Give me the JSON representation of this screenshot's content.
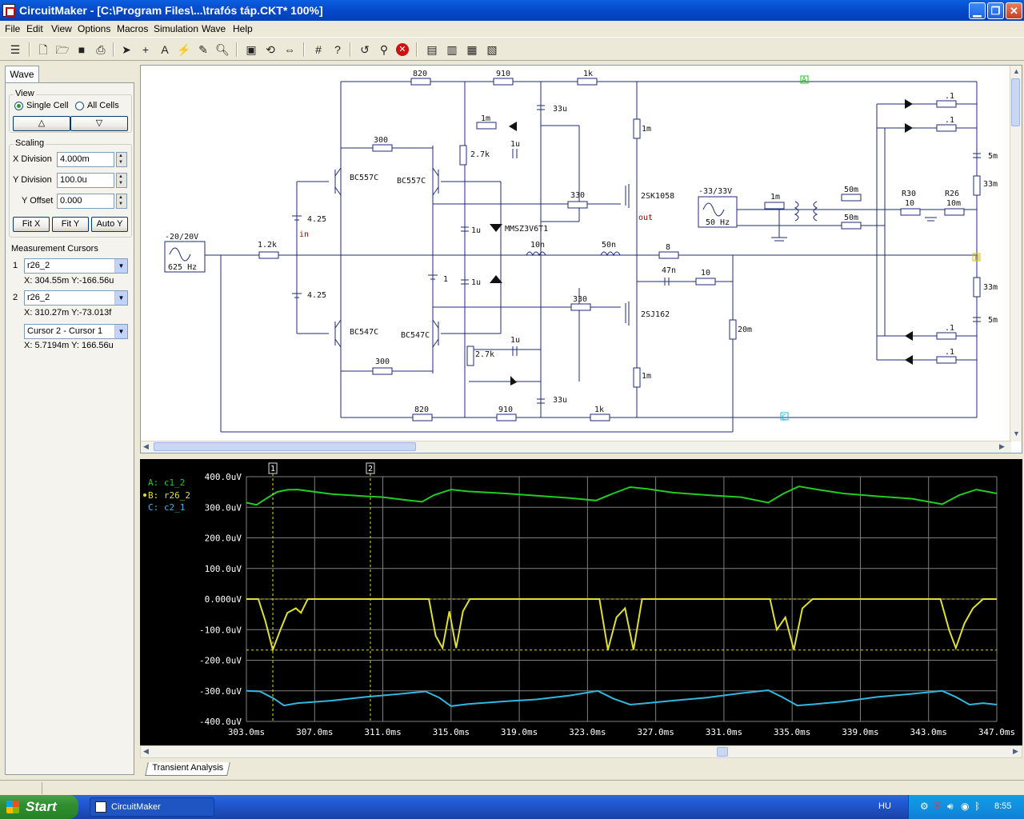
{
  "window": {
    "title": "CircuitMaker - [C:\\Program Files\\...\\trafós táp.CKT* 100%]"
  },
  "menu": [
    "File",
    "Edit",
    "View",
    "Options",
    "Macros",
    "Simulation",
    "Wave",
    "Help"
  ],
  "panel": {
    "tab": "Wave",
    "view": {
      "label": "View",
      "single": "Single Cell",
      "all": "All Cells"
    },
    "scaling": {
      "label": "Scaling",
      "x_label": "X Division",
      "x_value": "4.000m",
      "y_label": "Y Division",
      "y_value": "100.0u",
      "off_label": "Y Offset",
      "off_value": "0.000",
      "fitx": "Fit X",
      "fity": "Fit Y",
      "autoy": "Auto Y"
    },
    "cursors": {
      "label": "Measurement Cursors",
      "c1_num": "1",
      "c1_sel": "r26_2",
      "c1_read": "X: 304.55m  Y:-166.56u",
      "c2_num": "2",
      "c2_sel": "r26_2",
      "c2_read": "X: 310.27m  Y:-73.013f",
      "diff_sel": "Cursor 2 - Cursor 1",
      "diff_read": "X: 5.7194m  Y: 166.56u"
    }
  },
  "schematic": {
    "labels": {
      "r820t": "820",
      "r910t": "910",
      "r1kt": "1k",
      "nodeA": "A",
      "r300t": "300",
      "q1": "BC557C",
      "q2": "BC557C",
      "r27t": "2.7k",
      "r1m1": "1m",
      "c1ut": "1u",
      "c33t": "33u",
      "m1": "2SK1058",
      "r1m_top": "1m",
      "r330t": "330",
      "out": "out",
      "src1": "-20/20V",
      "src1f": "625 Hz",
      "r12k": "1.2k",
      "b1": "4.25",
      "in": "in",
      "b2": "4.25",
      "zener": "MMSZ3V6T1",
      "c1u_a": "1u",
      "c1u_b": "1u",
      "b3": "1",
      "l10n": "10n",
      "l50n": "50n",
      "r8": "8",
      "c47n": "47n",
      "r10": "10",
      "r20m": "20m",
      "q3": "BC547C",
      "q4": "BC547C",
      "r330b": "330",
      "m2": "2SJ162",
      "r27b": "2.7k",
      "c1ub": "1u",
      "r300b": "300",
      "r820b": "820",
      "r910b": "910",
      "r1kb": "1k",
      "c33b": "33u",
      "r1m_bot": "1m",
      "nodeC": "C",
      "src2": "-33/33V",
      "src2f": "50 Hz",
      "r1m_t": "1m",
      "r50m_a": "50m",
      "r50m_b": "50m",
      "r30": "R30",
      "r30v": "10",
      "r26": "R26",
      "r26v": "10m",
      "d1": ".1",
      "d2": ".1",
      "d3": ".1",
      "d4": ".1",
      "c5m_a": "5m",
      "r33m_a": "33m",
      "nodeB": "B",
      "r33m_b": "33m",
      "c5m_b": "5m"
    }
  },
  "waveform": {
    "legend": {
      "a": "A: c1_2",
      "b": "B: r26_2",
      "c": "C: c2_1"
    },
    "cursor1": "1",
    "cursor2": "2",
    "colors": {
      "a": "#22cc22",
      "b": "#e0e030",
      "c": "#30b8e0"
    }
  },
  "chart_data": {
    "type": "line",
    "x_ticks": [
      "303.0ms",
      "307.0ms",
      "311.0ms",
      "315.0ms",
      "319.0ms",
      "323.0ms",
      "327.0ms",
      "331.0ms",
      "335.0ms",
      "339.0ms",
      "343.0ms",
      "347.0ms"
    ],
    "y_ticks": [
      "400.0uV",
      "300.0uV",
      "200.0uV",
      "100.0uV",
      "0.000uV",
      "-100.0uV",
      "-200.0uV",
      "-300.0uV",
      "-400.0uV"
    ],
    "xlim": [
      303,
      347
    ],
    "ylim": [
      -400,
      400
    ],
    "cursors_x": [
      304.55,
      310.27
    ],
    "cursor_level_y": -166.56,
    "series": [
      {
        "name": "c1_2",
        "x": [
          303,
          303.6,
          304.2,
          304.8,
          305.4,
          306,
          308,
          310,
          311,
          312,
          313.3,
          314,
          315,
          316,
          318,
          320,
          322,
          323.5,
          324.5,
          325.5,
          326.5,
          328,
          330,
          332,
          333.6,
          334.5,
          335.4,
          336.5,
          338,
          340,
          342,
          343.8,
          344.8,
          345.8,
          347
        ],
        "y": [
          315,
          308,
          330,
          350,
          357,
          358,
          343,
          336,
          333,
          326,
          318,
          340,
          358,
          352,
          346,
          338,
          330,
          322,
          345,
          366,
          360,
          348,
          340,
          333,
          315,
          345,
          368,
          358,
          345,
          336,
          328,
          310,
          340,
          358,
          345
        ]
      },
      {
        "name": "r26_2",
        "x": [
          303,
          303.7,
          304.1,
          304.55,
          305,
          305.4,
          305.9,
          306.2,
          306.6,
          313.7,
          314.1,
          314.5,
          314.9,
          315.3,
          315.7,
          316.1,
          323.7,
          324.2,
          324.7,
          325.2,
          325.7,
          326.2,
          333.7,
          334.1,
          334.6,
          335.1,
          335.6,
          336.2,
          343.7,
          344.2,
          344.6,
          345.1,
          345.6,
          346.2,
          347
        ],
        "y": [
          0,
          0,
          -70,
          -166,
          -100,
          -45,
          -30,
          -45,
          0,
          0,
          -120,
          -160,
          -40,
          -160,
          -40,
          0,
          0,
          -166,
          -60,
          -30,
          -166,
          0,
          0,
          -100,
          -60,
          -166,
          -30,
          0,
          0,
          -100,
          -160,
          -80,
          -30,
          0,
          0
        ]
      },
      {
        "name": "c2_1",
        "x": [
          303,
          303.8,
          304.6,
          305.2,
          306,
          308,
          310,
          312,
          313.5,
          314.3,
          315,
          316,
          318,
          320,
          322,
          323.6,
          324.5,
          325.5,
          326.5,
          328,
          330,
          332,
          333.6,
          334.4,
          335.3,
          336.2,
          338,
          340,
          342,
          343.8,
          344.6,
          345.4,
          346.2,
          347
        ],
        "y": [
          -300,
          -302,
          -325,
          -348,
          -340,
          -332,
          -320,
          -310,
          -302,
          -322,
          -350,
          -343,
          -335,
          -328,
          -315,
          -300,
          -325,
          -345,
          -340,
          -332,
          -322,
          -308,
          -298,
          -320,
          -348,
          -344,
          -335,
          -320,
          -310,
          -300,
          -320,
          -345,
          -340,
          -345
        ]
      }
    ]
  }
}
